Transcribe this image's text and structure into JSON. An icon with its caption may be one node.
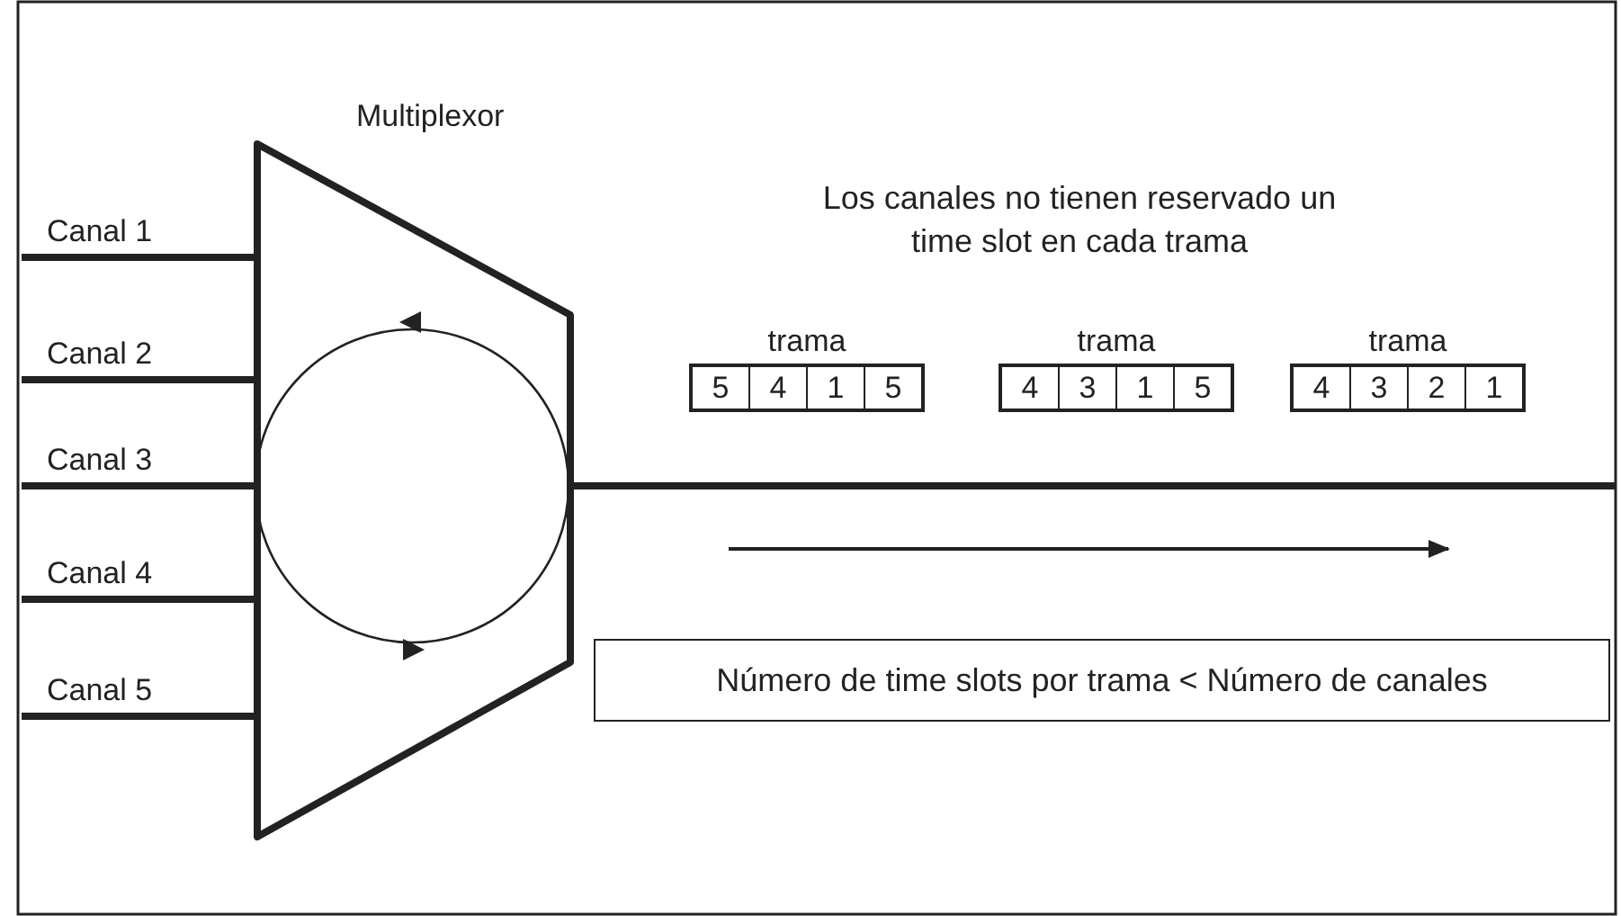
{
  "diagram": {
    "nodes": [
      {
        "text": [
          "Multiplexor"
        ]
      },
      {
        "text": [
          "Canal 1"
        ]
      },
      {
        "text": [
          "Canal 2"
        ]
      },
      {
        "text": [
          "Canal 3"
        ]
      },
      {
        "text": [
          "Canal 4"
        ]
      },
      {
        "text": [
          "Canal 5"
        ]
      },
      {
        "text": [
          "trama"
        ]
      },
      {
        "text": [
          "5"
        ],
        "in": 6
      },
      {
        "text": [
          "4"
        ],
        "in": 6
      },
      {
        "text": [
          "1"
        ],
        "in": 6
      },
      {
        "text": [
          "5"
        ],
        "in": 6
      },
      {
        "text": [
          "trama"
        ]
      },
      {
        "text": [
          "4"
        ],
        "in": 11
      },
      {
        "text": [
          "3"
        ],
        "in": 11
      },
      {
        "text": [
          "1"
        ],
        "in": 11
      },
      {
        "text": [
          "5"
        ],
        "in": 11
      },
      {
        "text": [
          "trama"
        ]
      },
      {
        "text": [
          "4"
        ],
        "in": 16
      },
      {
        "text": [
          "3"
        ],
        "in": 16
      },
      {
        "text": [
          "2"
        ],
        "in": 16
      },
      {
        "text": [
          "1"
        ],
        "in": 16
      },
      {
        "text": [
          "Número de time slots por trama < Número de canales"
        ]
      }
    ],
    "edges": [
      {
        "from": 1,
        "to": 0,
        "arrow": "none"
      },
      {
        "from": 2,
        "to": 0,
        "arrow": "none"
      },
      {
        "from": 3,
        "to": 0,
        "arrow": "none"
      },
      {
        "from": 4,
        "to": 0,
        "arrow": "none"
      },
      {
        "from": 5,
        "to": 0,
        "arrow": "none"
      },
      {
        "from": 0,
        "to": null,
        "arrow": "none"
      }
    ],
    "labels": [
      "Los canales no tienen reservado un time slot en cada trama"
    ]
  }
}
